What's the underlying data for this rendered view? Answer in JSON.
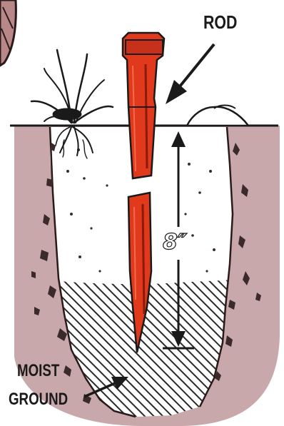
{
  "labels": {
    "rod": "ROD",
    "depth": "8″",
    "moist_line1": "MOIST",
    "moist_line2": "GROUND"
  },
  "colors": {
    "soil": "#c8a8aa",
    "soil_dark": "#3a2a2a",
    "hole": "#ffffff",
    "rod": "#e0391c",
    "rod_dark": "#8a1a0c",
    "ink": "#1a1a1a"
  },
  "icons": {
    "rod": "red-stake-rod",
    "plant": "weed-with-roots",
    "rock": "pebble-on-surface",
    "arrow": "pointer-arrow"
  }
}
